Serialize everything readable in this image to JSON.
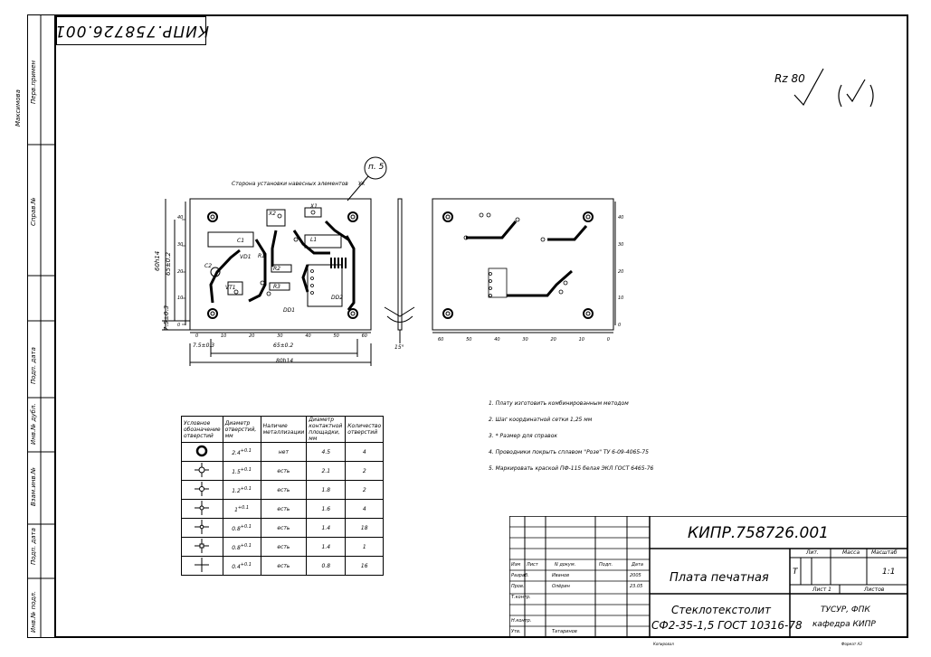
{
  "drawing_code_rotated": "КИПР.758726.001",
  "sidebar": {
    "perv_primen": "Перв.примен",
    "sprav_no": "Справ.№",
    "podp_data_1": "Подп. дата",
    "inv_dubl": "Инв.№ дубл.",
    "vzam_inv": "Взам.инв.№",
    "podp_data_2": "Подп. дата",
    "inv_podl": "Инв.№ подл."
  },
  "left_margin_label": "Макcимова",
  "roughness": {
    "value": "Rz 80"
  },
  "drawing": {
    "side_caption": "Сторона установки навесных элементов",
    "callout": "п. 5",
    "callout_mark": "Ук",
    "dim_60": "60h14",
    "dim_65_v": "65±0.2",
    "dim_75_v": "7.5±0.3",
    "dim_75_h": "7.5±0.3",
    "dim_65_h": "65±0.2",
    "dim_80": "80h14",
    "angle": "15°",
    "components": {
      "x1": "X1",
      "x2": "X2",
      "c1": "C1",
      "c2": "C2",
      "l1": "L1",
      "r1": "R1",
      "r2": "R2",
      "r3": "R3",
      "vd1": "VD1",
      "vt1": "VT1",
      "dd1": "DD1",
      "dd2": "DD2"
    },
    "scale_h": [
      "0",
      "10",
      "20",
      "30",
      "40",
      "50",
      "60"
    ],
    "scale_v": [
      "40",
      "30",
      "20",
      "10",
      "0"
    ],
    "scale_h_back": [
      "60",
      "50",
      "40",
      "30",
      "20",
      "10",
      "0"
    ]
  },
  "holes_table": {
    "headers": [
      "Условное обозначение отверстий",
      "Диаметр отверстий, мм",
      "Наличие металлизации",
      "Диаметр контактной площадки, мм",
      "Количество отверстий"
    ],
    "rows": [
      {
        "d": "2.4",
        "tol": "+0.1",
        "metal": "нет",
        "pad": "4.5",
        "qty": "4"
      },
      {
        "d": "1.5",
        "tol": "+0.1",
        "metal": "есть",
        "pad": "2.1",
        "qty": "2"
      },
      {
        "d": "1.2",
        "tol": "+0.1",
        "metal": "есть",
        "pad": "1.8",
        "qty": "2"
      },
      {
        "d": "1",
        "tol": "+0.1",
        "metal": "есть",
        "pad": "1.6",
        "qty": "4"
      },
      {
        "d": "0.8",
        "tol": "+0.1",
        "metal": "есть",
        "pad": "1.4",
        "qty": "18"
      },
      {
        "d": "0.8",
        "tol": "+0.1",
        "metal": "есть",
        "pad": "1.4",
        "qty": "1"
      },
      {
        "d": "0.4",
        "tol": "+0.1",
        "metal": "есть",
        "pad": "0.8",
        "qty": "16"
      }
    ]
  },
  "notes": [
    "1. Плату изготовить комбинированным методом",
    "2. Шаг координатной сетки 1,25 мм",
    "3. * Размер для справок",
    "4. Проводники покрыть сплавом \"Розе\" ТУ 6-09-4065-75",
    "5. Маркировать краской ПФ-115 белая ЭКЛ ГОСТ 6465-76"
  ],
  "stamp": {
    "code": "КИПР.758726.001",
    "title": "Плата печатная",
    "material_1": "Стеклотекстолит",
    "material_2": "СФ2-35-1,5 ГОСТ 10316-78",
    "org_1": "ТУСУР, ФПК",
    "org_2": "кафедра КИПР",
    "col_izm": "Изм",
    "col_list": "Лист",
    "col_ndok": "N докум.",
    "col_podp": "Подп.",
    "col_data": "Дата",
    "row_razrab": "Разраб.",
    "row_prov": "Пров.",
    "row_tkontr": "Т.контр.",
    "row_nkontr": "Н.контр.",
    "row_utv": "Утв.",
    "razrab_name": "Иванов",
    "razrab_date": "2005",
    "prov_name": "Олёрин",
    "prov_date": "23.05",
    "utv_name": "Татаринов",
    "lit": "Лит.",
    "massa": "Масса",
    "masshtab": "Масштаб",
    "lit_val": "Т",
    "scale_val": "1:1",
    "list": "Лист 1",
    "listov": "Листов",
    "kopiroval": "Копировал",
    "format": "Формат А3"
  }
}
